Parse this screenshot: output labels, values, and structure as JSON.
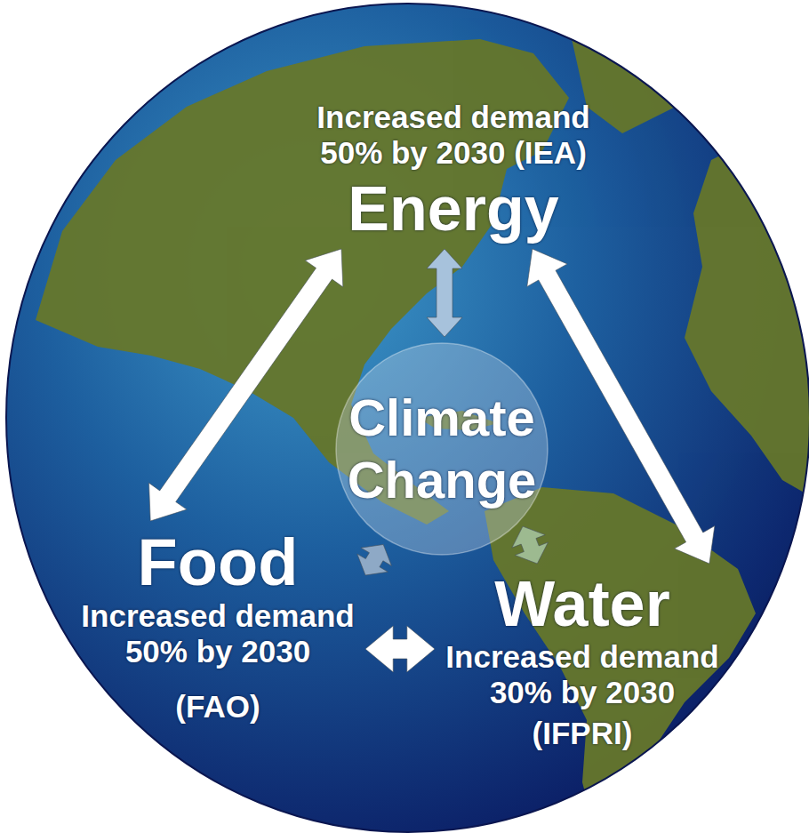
{
  "diagram": {
    "nodes": [
      {
        "text": [
          "Increased demand 50% by 2030 (IEA)",
          "Energy"
        ]
      },
      {
        "text": [
          "Climate Change"
        ]
      },
      {
        "text": [
          "Food",
          "Increased demand 50% by 2030",
          "(FAO)"
        ]
      },
      {
        "text": [
          "Water",
          "Increased demand 30% by 2030",
          "(IFPRI)"
        ]
      }
    ],
    "edges": [
      {
        "from": 0,
        "to": 2,
        "arrow": "both"
      },
      {
        "from": 0,
        "to": 3,
        "arrow": "both"
      },
      {
        "from": 2,
        "to": 3,
        "arrow": "both"
      },
      {
        "from": 0,
        "to": 1,
        "arrow": "both"
      },
      {
        "from": 2,
        "to": 1,
        "arrow": "both"
      },
      {
        "from": 3,
        "to": 1,
        "arrow": "both"
      }
    ]
  }
}
